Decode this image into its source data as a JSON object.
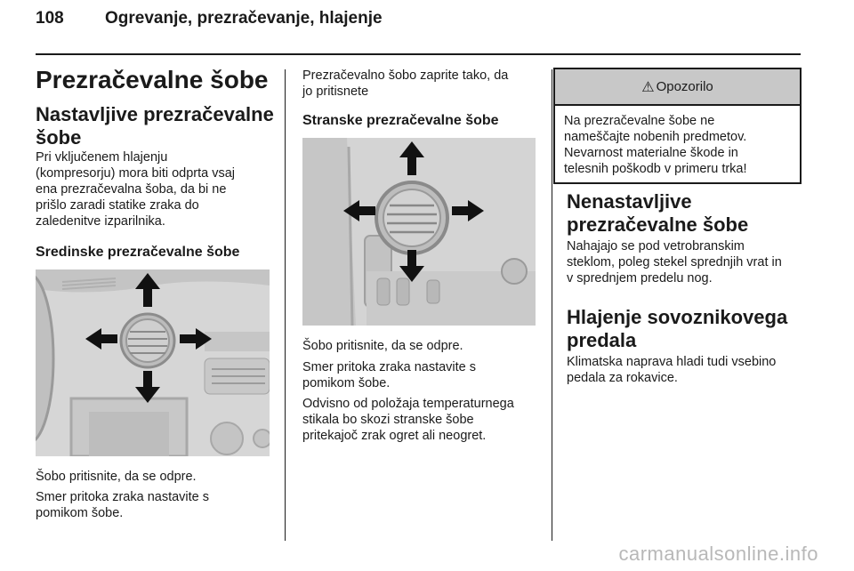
{
  "header": {
    "page_number": "108",
    "title": "Ogrevanje, prezračevanje, hlajenje"
  },
  "col1": {
    "section_title": "Prezračevalne šobe",
    "subsection_title": "Nastavljive prezračevalne šobe",
    "intro": "Pri vključenem hlajenju\n(kompresorju) mora biti odprta vsaj\nena prezračevalna šoba, da bi ne\nprišlo zaradi statike zraka do\nzaledenitve izparilnika.",
    "center_heading": "Sredinske prezračevalne šobe",
    "center_caption1": "Šobo pritisnite, da se odpre.",
    "center_caption2": "Smer pritoka zraka nastavite s\npomikom šobe."
  },
  "col2": {
    "close_text": "Prezračevalno šobo zaprite tako, da\njo pritisnete",
    "side_heading": "Stranske prezračevalne šobe",
    "side_caption1": "Šobo pritisnite, da se odpre.",
    "side_caption2": "Smer pritoka zraka nastavite s\npomikom šobe.",
    "side_caption3": "Odvisno od položaja temperaturnega\nstikala bo skozi stranske šobe\npritekajoč zrak ogret ali neogret."
  },
  "col3": {
    "warning": {
      "icon": "warning-triangle-icon",
      "symbol": "9",
      "title": "Opozorilo",
      "text": "Na prezračevalne šobe ne\nnameščajte nobenih predmetov.\nNevarnost materialne škode in\ntelesnih poškodb v primeru trka!"
    },
    "fixed_heading": "Nenastavljive prezračevalne šobe",
    "fixed_text": "Nahajajo se pod vetrobranskim\nsteklom, poleg stekel sprednjih vrat in\nv sprednjem predelu nog.",
    "glovebox_heading": "Hlajenje sovoznikovega predala",
    "glovebox_text": "Klimatska naprava hladi tudi vsebino\npedala za rokavice."
  },
  "footer": {
    "watermark": "carmanualsonline.info"
  }
}
